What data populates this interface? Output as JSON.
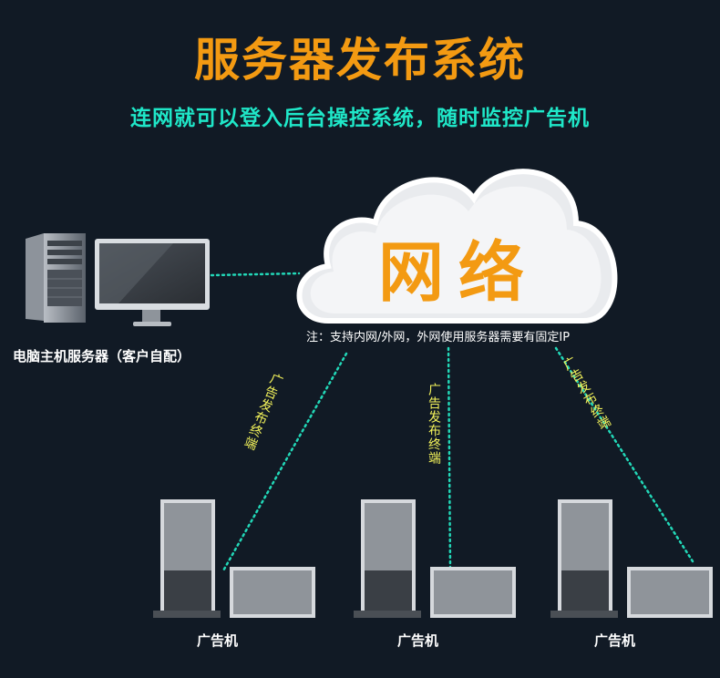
{
  "header": {
    "title": "服务器发布系统",
    "subtitle": "连网就可以登入后台操控系统，随时监控广告机"
  },
  "server": {
    "label": "电脑主机服务器（客户自配）"
  },
  "network": {
    "label": "网络",
    "note": "注：支持内网/外网，外网使用服务器需要有固定IP"
  },
  "connections": [
    {
      "label": "广告发布终端"
    },
    {
      "label": "广告发布终端"
    },
    {
      "label": "广告发布终端"
    }
  ],
  "terminals": [
    {
      "label": "广告机"
    },
    {
      "label": "广告机"
    },
    {
      "label": "广告机"
    }
  ],
  "colors": {
    "background": "#111a25",
    "title": "#f39a12",
    "subtitle": "#1fe7c8",
    "link": "#22d8b8",
    "vertical_label": "#f2f25a"
  }
}
